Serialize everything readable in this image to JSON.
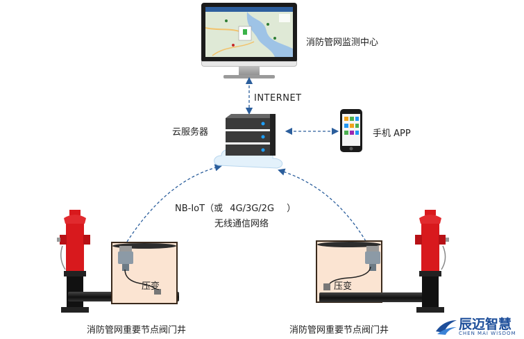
{
  "monitor_center": {
    "label": "消防管网监测中心"
  },
  "internet": {
    "label": "INTERNET"
  },
  "cloud_server": {
    "label": "云服务器"
  },
  "mobile_app": {
    "label": "手机 APP"
  },
  "network": {
    "line1_prefix": "NB-IoT（或",
    "line1_bands": "4G/3G/2G",
    "line1_suffix": "）",
    "line2": "无线通信网络"
  },
  "pressure_sensor": {
    "label": "压变"
  },
  "valve_well_left": {
    "label": "消防管网重要节点阀门井"
  },
  "valve_well_right": {
    "label": "消防管网重要节点阀门井"
  },
  "brand": {
    "name": "辰迈智慧",
    "subtitle": "CHEN MAI WISDOM"
  },
  "colors": {
    "hydrant": "#d8191d",
    "link": "#2b5e9c",
    "pit_fill": "#fbe4d2"
  }
}
